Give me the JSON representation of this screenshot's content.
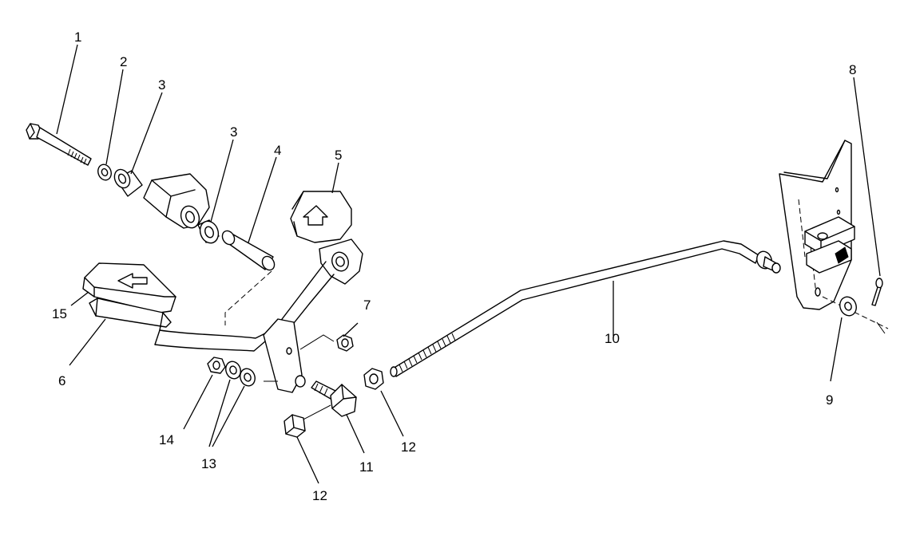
{
  "diagram": {
    "callouts": {
      "c1": "1",
      "c2": "2",
      "c3a": "3",
      "c3b": "3",
      "c4": "4",
      "c5": "5",
      "c6": "6",
      "c7": "7",
      "c8": "8",
      "c9": "9",
      "c10": "10",
      "c11": "11",
      "c12a": "12",
      "c12b": "12",
      "c13": "13",
      "c14": "14",
      "c15": "15"
    }
  }
}
